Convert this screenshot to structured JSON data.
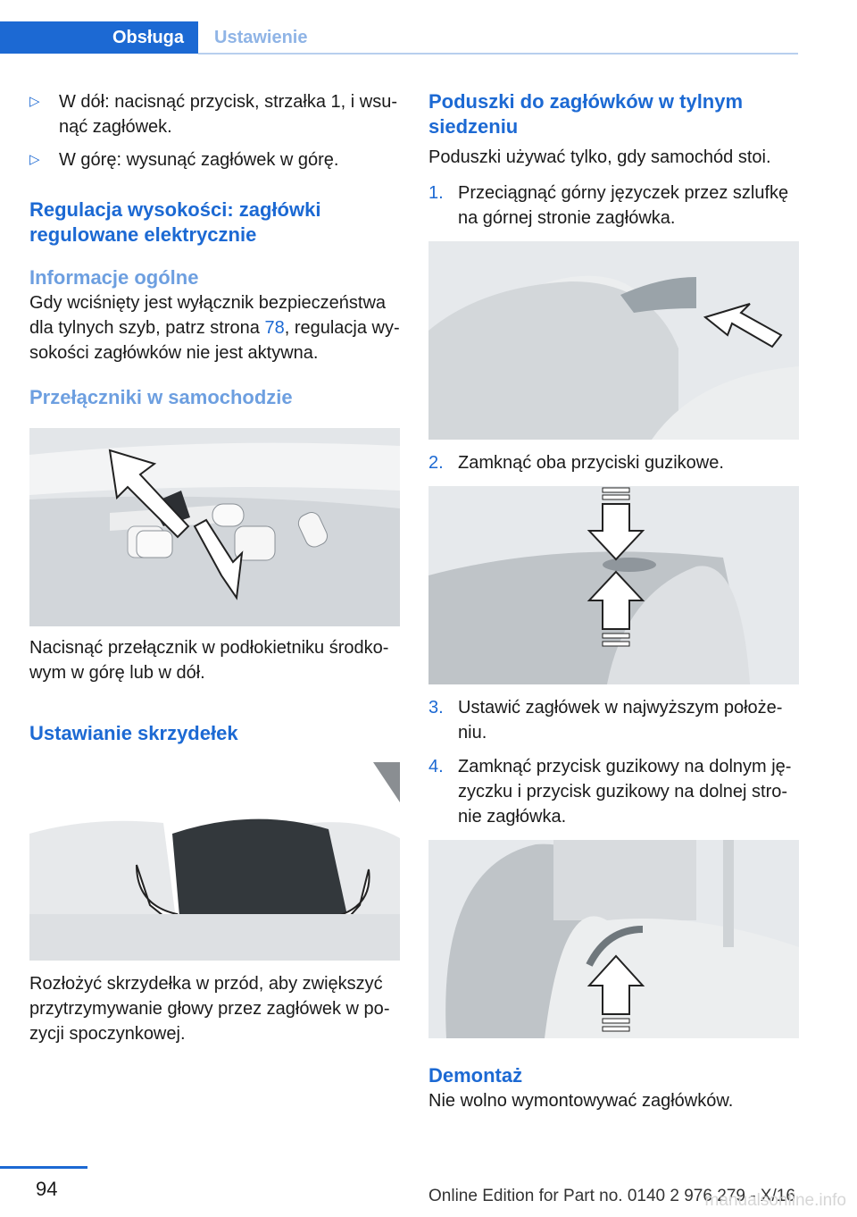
{
  "header": {
    "tab_active": "Obsługa",
    "tab_inactive": "Ustawienie"
  },
  "left": {
    "bullets": [
      "W dół: nacisnąć przycisk, strzałka 1, i wsu­nąć zagłówek.",
      "W górę: wysunąć zagłówek w górę."
    ],
    "bullet_mark": "▷",
    "h_electric": "Regulacja wysokości: zagłówki regulowane elektrycznie",
    "h_general": "Informacje ogólne",
    "general_text_before": "Gdy wciśnięty jest wyłącznik bezpieczeństwa dla tylnych szyb, patrz strona ",
    "general_link": "78",
    "general_text_after": ", regulacja wy­sokości zagłówków nie jest aktywna.",
    "h_switches": "Przełączniki w samochodzie",
    "switch_caption": "Nacisnąć przełącznik w podłokietniku środko­wym w górę lub w dół.",
    "h_wings": "Ustawianie skrzydełek",
    "wings_caption": "Rozłożyć skrzydełka w przód, aby zwiększyć przytrzymywanie głowy przez zagłówek w po­zycji spoczynkowej."
  },
  "right": {
    "h_cushions": "Poduszki do zagłówków w tylnym siedzeniu",
    "cushions_intro": "Poduszki używać tylko, gdy samochód stoi.",
    "steps": [
      {
        "n": "1.",
        "text": "Przeciągnąć górny języczek przez szlufkę na górnej stronie zagłówka."
      },
      {
        "n": "2.",
        "text": "Zamknąć oba przyciski guzikowe."
      },
      {
        "n": "3.",
        "text": "Ustawić zagłówek w najwyższym położe­niu."
      },
      {
        "n": "4.",
        "text": "Zamknąć przycisk guzikowy na dolnym ję­zyczku i przycisk guzikowy na dolnej stro­nie zagłówka."
      }
    ],
    "h_removal": "Demontaż",
    "removal_text": "Nie wolno wymontowywać zagłówków."
  },
  "footer": {
    "page_number": "94",
    "edition": "Online Edition for Part no. 0140 2 976 279 - X/16",
    "watermark": "manualsonline.info"
  }
}
